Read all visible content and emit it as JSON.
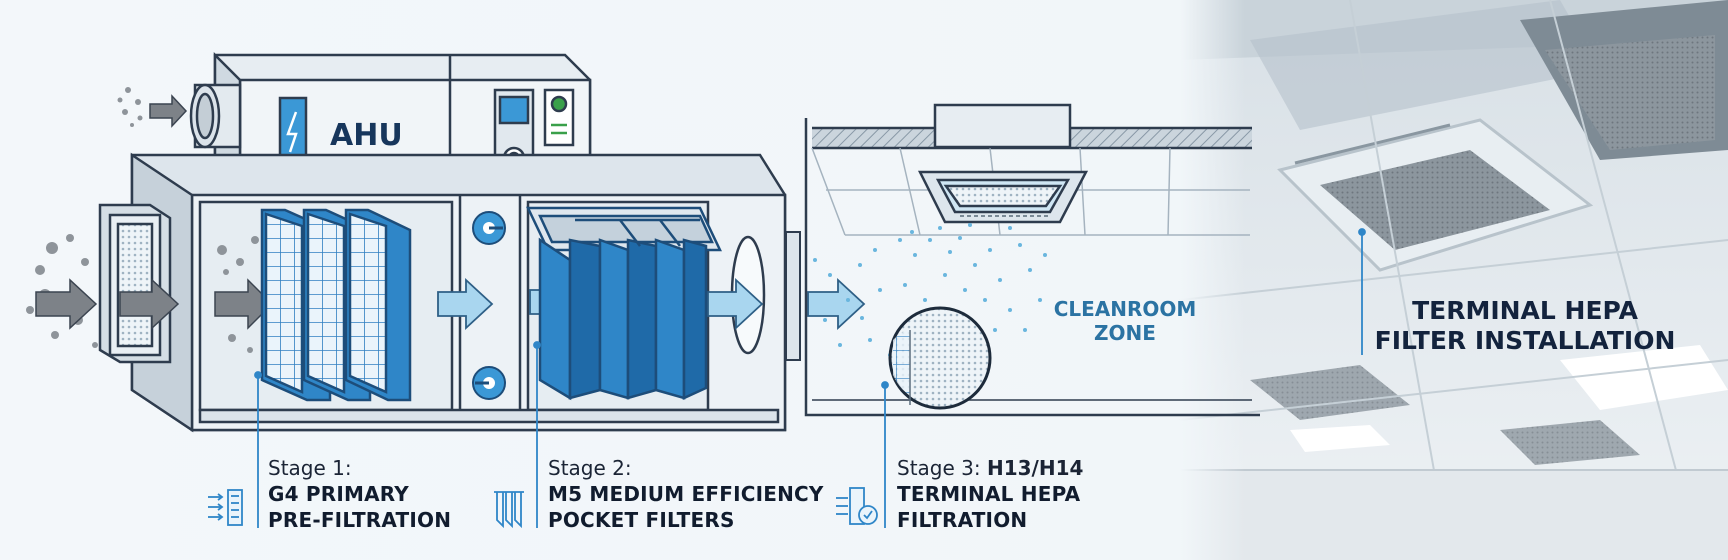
{
  "ahu_label": "AHU",
  "cleanroom_zone": [
    "CLEANROOM",
    "ZONE"
  ],
  "terminal_hepa": [
    "TERMINAL HEPA",
    "FILTER INSTALLATION"
  ],
  "stages": [
    {
      "prefix": "Stage 1:",
      "prefix_bold": "",
      "lines": [
        "G4 PRIMARY",
        "PRE-FILTRATION"
      ],
      "icon": "prefilter-icon"
    },
    {
      "prefix": "Stage 2:",
      "prefix_bold": "",
      "lines": [
        "M5 MEDIUM EFFICIENCY",
        "POCKET FILTERS"
      ],
      "icon": "pocket-filter-icon"
    },
    {
      "prefix": "Stage 3: ",
      "prefix_bold": "H13/H14",
      "lines": [
        "TERMINAL HEPA",
        "FILTRATION"
      ],
      "icon": "hepa-filter-icon"
    }
  ],
  "colors": {
    "filter_blue": "#2f86c8",
    "arrow_light": "#a9d6ef",
    "arrow_gray": "#7d8288",
    "outline": "#2e3c4e",
    "accent_teal": "#2b73a3"
  }
}
